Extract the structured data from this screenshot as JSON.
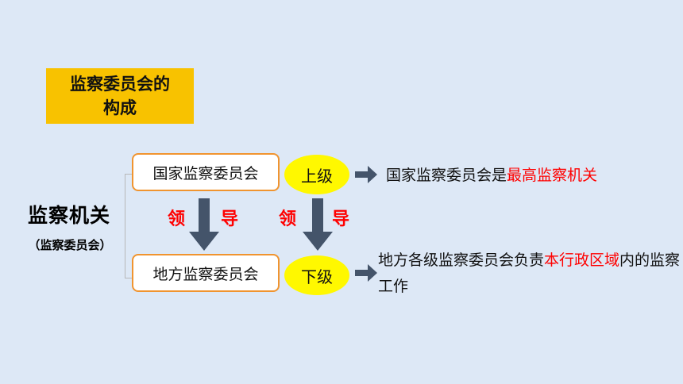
{
  "title": {
    "line1": "监察委员会的",
    "line2": "构成"
  },
  "main_label": "监察机关",
  "sub_label": "（监察委员会）",
  "top_org": "国家监察委员会",
  "bottom_org": "地方监察委员会",
  "top_level": "上级",
  "bottom_level": "下级",
  "lead_char1": "领",
  "lead_char2": "导",
  "top_desc": {
    "prefix": "国家监察委员会是",
    "highlight": "最高监察机关"
  },
  "bottom_desc": {
    "prefix": "地方各级监察委员会负责",
    "highlight": "本行政区域",
    "suffix": "内的监察工作"
  },
  "colors": {
    "background": "#dde8f6",
    "title_fill": "#f8c200",
    "box_border": "#f0942f",
    "oval_fill": "#fff800",
    "arrow": "#44546a",
    "highlight": "#ff0000"
  }
}
